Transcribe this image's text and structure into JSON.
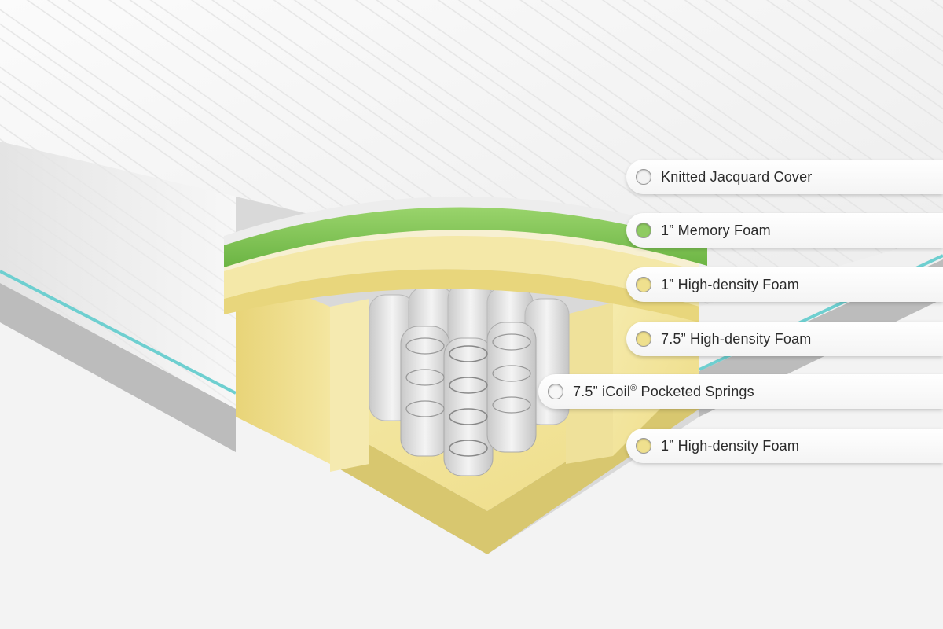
{
  "legend": [
    {
      "text": "Knitted Jacquard Cover",
      "color": "#f2f2f2"
    },
    {
      "text": "1” Memory Foam",
      "color": "#8fcb62"
    },
    {
      "text": "1” High-density Foam",
      "color": "#efe08e"
    },
    {
      "text": "7.5” High-density Foam",
      "color": "#efe08e"
    },
    {
      "text_before": "7.5” iCoil",
      "registered": "®",
      "text_after": " Pocketed Springs",
      "color": "#f7f7f7"
    },
    {
      "text": "1” High-density Foam",
      "color": "#efe08e"
    }
  ],
  "colors": {
    "background": "#f3f3f3",
    "cover": "#f5f5f5",
    "teal_stripe": "#6ecfd0",
    "grey_band": "#b9b9b9",
    "memory_foam": "#84c657",
    "high_density_foam": "#f3e7a1",
    "spring_fabric": "#e2e2e2"
  }
}
